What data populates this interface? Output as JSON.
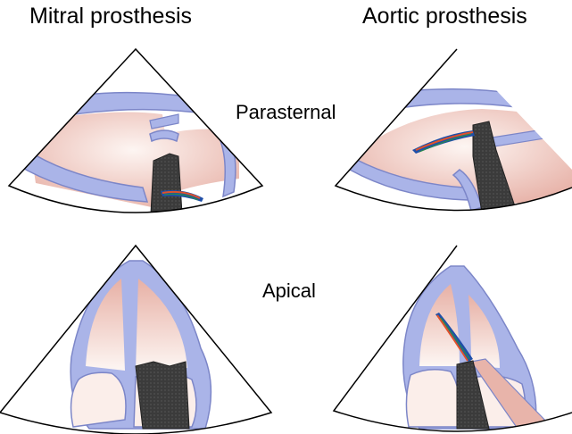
{
  "titles": {
    "left": "Mitral prosthesis",
    "right": "Aortic prosthesis"
  },
  "views": {
    "parasternal": "Parasternal",
    "apical": "Apical"
  },
  "colors": {
    "wall": "#aab4e8",
    "wall_stroke": "#7c86c8",
    "chamber_light": "#fbf1ee",
    "chamber_dark": "#e9b7ad",
    "shadow": "#3a3a3a",
    "sector_stroke": "#000000",
    "jet_colors": [
      "#e0522a",
      "#1f4fa8",
      "#2a8a4a",
      "#f2b233"
    ]
  }
}
